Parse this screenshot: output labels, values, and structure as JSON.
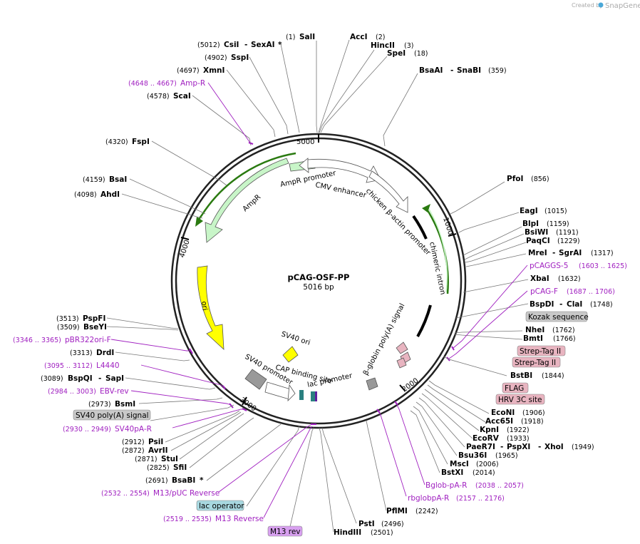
{
  "credit": {
    "prefix": "Created by",
    "brand": "SnapGene"
  },
  "plasmid": {
    "name": "pCAG-OSF-PP",
    "size": "5016 bp"
  },
  "ticks": [
    "5000",
    "1000",
    "2000",
    "3000",
    "4000"
  ],
  "features": {
    "ampr_promoter": "AmpR promoter",
    "cmv": "CMV enhancer",
    "chicken": "chicken β-actin promoter",
    "intron": "chimeric intron",
    "ampr": "AmpR",
    "ori": "ori",
    "sv40ori": "SV40 ori",
    "cap": "CAP binding site",
    "lacprom": "lac promoter",
    "sv40prom": "SV40 promoter",
    "bglobin": "β-globin poly(A) signal"
  },
  "right_labels": [
    {
      "name": "SalI",
      "pos": "(1)"
    },
    {
      "name": "AccI",
      "pos": "(2)"
    },
    {
      "name": "HincII",
      "pos": "(3)"
    },
    {
      "name": "SpeI",
      "pos": "(18)"
    },
    {
      "name": "BsaAI",
      "sep": "-",
      "name2": "SnaBI",
      "pos": "(359)"
    },
    {
      "name": "PfoI",
      "pos": "(856)"
    },
    {
      "name": "EagI",
      "pos": "(1015)"
    },
    {
      "name": "BlpI",
      "pos": "(1159)"
    },
    {
      "name": "BsiWI",
      "pos": "(1191)"
    },
    {
      "name": "PaqCI",
      "pos": "(1229)"
    },
    {
      "name": "MreI",
      "sep": "-",
      "name2": "SgrAI",
      "pos": "(1317)"
    },
    {
      "primer": "pCAGGS-5",
      "pos": "(1603 .. 1625)"
    },
    {
      "name": "XbaI",
      "pos": "(1632)"
    },
    {
      "primer": "pCAG-F",
      "pos": "(1687 .. 1706)"
    },
    {
      "name": "BspDI",
      "sep": "-",
      "name2": "ClaI",
      "pos": "(1748)"
    },
    {
      "box": "Kozak sequence"
    },
    {
      "name": "NheI",
      "pos": "(1762)"
    },
    {
      "name": "BmtI",
      "pos": "(1766)"
    },
    {
      "box": "Strep-Tag II"
    },
    {
      "box": "Strep-Tag II"
    },
    {
      "name": "BstBI",
      "pos": "(1844)"
    },
    {
      "box": "FLAG"
    },
    {
      "box": "HRV 3C site"
    },
    {
      "name": "EcoNI",
      "pos": "(1906)"
    },
    {
      "name": "Acc65I",
      "pos": "(1918)"
    },
    {
      "name": "KpnI",
      "pos": "(1922)"
    },
    {
      "name": "EcoRV",
      "pos": "(1933)"
    },
    {
      "name": "PaeR7I",
      "sep": "-",
      "name2": "PspXI",
      "sep2": "-",
      "name3": "XhoI",
      "pos": "(1949)"
    },
    {
      "name": "Bsu36I",
      "pos": "(1965)"
    },
    {
      "name": "MscI",
      "pos": "(2006)"
    },
    {
      "name": "BstXI",
      "pos": "(2014)"
    },
    {
      "primer": "Bglob-pA-R",
      "pos": "(2038 .. 2057)"
    },
    {
      "primer": "rbglobpA-R",
      "pos": "(2157 .. 2176)"
    },
    {
      "name": "PflMI",
      "pos": "(2242)"
    },
    {
      "name": "PstI",
      "pos": "(2496)"
    },
    {
      "name": "HindIII",
      "pos": "(2501)"
    }
  ],
  "left_labels": [
    {
      "name": "CsiI",
      "sep": "-",
      "name2": "SexAI",
      "star": "*",
      "pos": "(5012)"
    },
    {
      "name": "SspI",
      "pos": "(4902)"
    },
    {
      "name": "XmnI",
      "pos": "(4697)"
    },
    {
      "primer": "Amp-R",
      "pos": "(4648 .. 4667)"
    },
    {
      "name": "ScaI",
      "pos": "(4578)"
    },
    {
      "name": "FspI",
      "pos": "(4320)"
    },
    {
      "name": "BsaI",
      "pos": "(4159)"
    },
    {
      "name": "AhdI",
      "pos": "(4098)"
    },
    {
      "name": "PspFI",
      "pos": "(3513)"
    },
    {
      "name": "BseYI",
      "pos": "(3509)"
    },
    {
      "primer": "pBR322ori-F",
      "pos": "(3346 .. 3365)"
    },
    {
      "name": "DrdI",
      "pos": "(3313)"
    },
    {
      "primer": "L4440",
      "pos": "(3095 .. 3112)"
    },
    {
      "name": "BspQI",
      "sep": "-",
      "name2": "SapI",
      "pos": "(3089)"
    },
    {
      "primer": "EBV-rev",
      "pos": "(2984 .. 3003)"
    },
    {
      "name": "BsmI",
      "pos": "(2973)"
    },
    {
      "box": "SV40 poly(A) signal"
    },
    {
      "primer": "SV40pA-R",
      "pos": "(2930 .. 2949)"
    },
    {
      "name": "PsiI",
      "pos": "(2912)"
    },
    {
      "name": "AvrII",
      "pos": "(2872)"
    },
    {
      "name": "StuI",
      "pos": "(2871)"
    },
    {
      "name": "SfiI",
      "pos": "(2825)"
    },
    {
      "name": "BsaBI",
      "star": "*",
      "pos": "(2691)"
    },
    {
      "primer": "M13/pUC Reverse",
      "pos": "(2532 .. 2554)"
    },
    {
      "box": "lac operator"
    },
    {
      "primer": "M13 Reverse",
      "pos": "(2519 .. 2535)"
    },
    {
      "box": "M13 rev"
    }
  ],
  "colors": {
    "ampr": "#c8f5c8",
    "ori": "#ffff00",
    "gray_feature": "#999999",
    "primer": "#a020c0",
    "box_pink": "#e8b4c0",
    "box_gray": "#c8c8c8",
    "box_blue": "#a8d8e0",
    "box_violet": "#d8a0f0"
  }
}
